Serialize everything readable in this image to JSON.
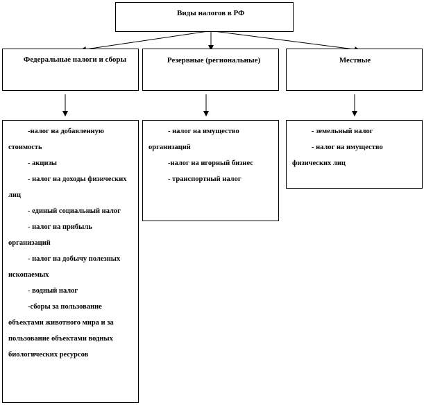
{
  "root": {
    "title": "Виды налогов в РФ"
  },
  "categories": [
    {
      "title": "Федеральные налоги и сборы",
      "items": [
        "-налог на добавленную стоимость",
        "- акцизы",
        "- налог на доходы физических лиц",
        "- единый социальный налог",
        "- налог на прибыль организаций",
        "- налог на добычу полезных ископаемых",
        "- водный налог",
        "-сборы за пользование объектами животного мира и за пользование объектами водных биологических ресурсов"
      ]
    },
    {
      "title": "Резервные (региональные)",
      "items": [
        "- налог на имущество организаций",
        "-налог на игорный бизнес",
        "- транспортный налог"
      ]
    },
    {
      "title": "Местные",
      "items": [
        "- земельный налог",
        "- налог на имущество физических лиц"
      ]
    }
  ]
}
